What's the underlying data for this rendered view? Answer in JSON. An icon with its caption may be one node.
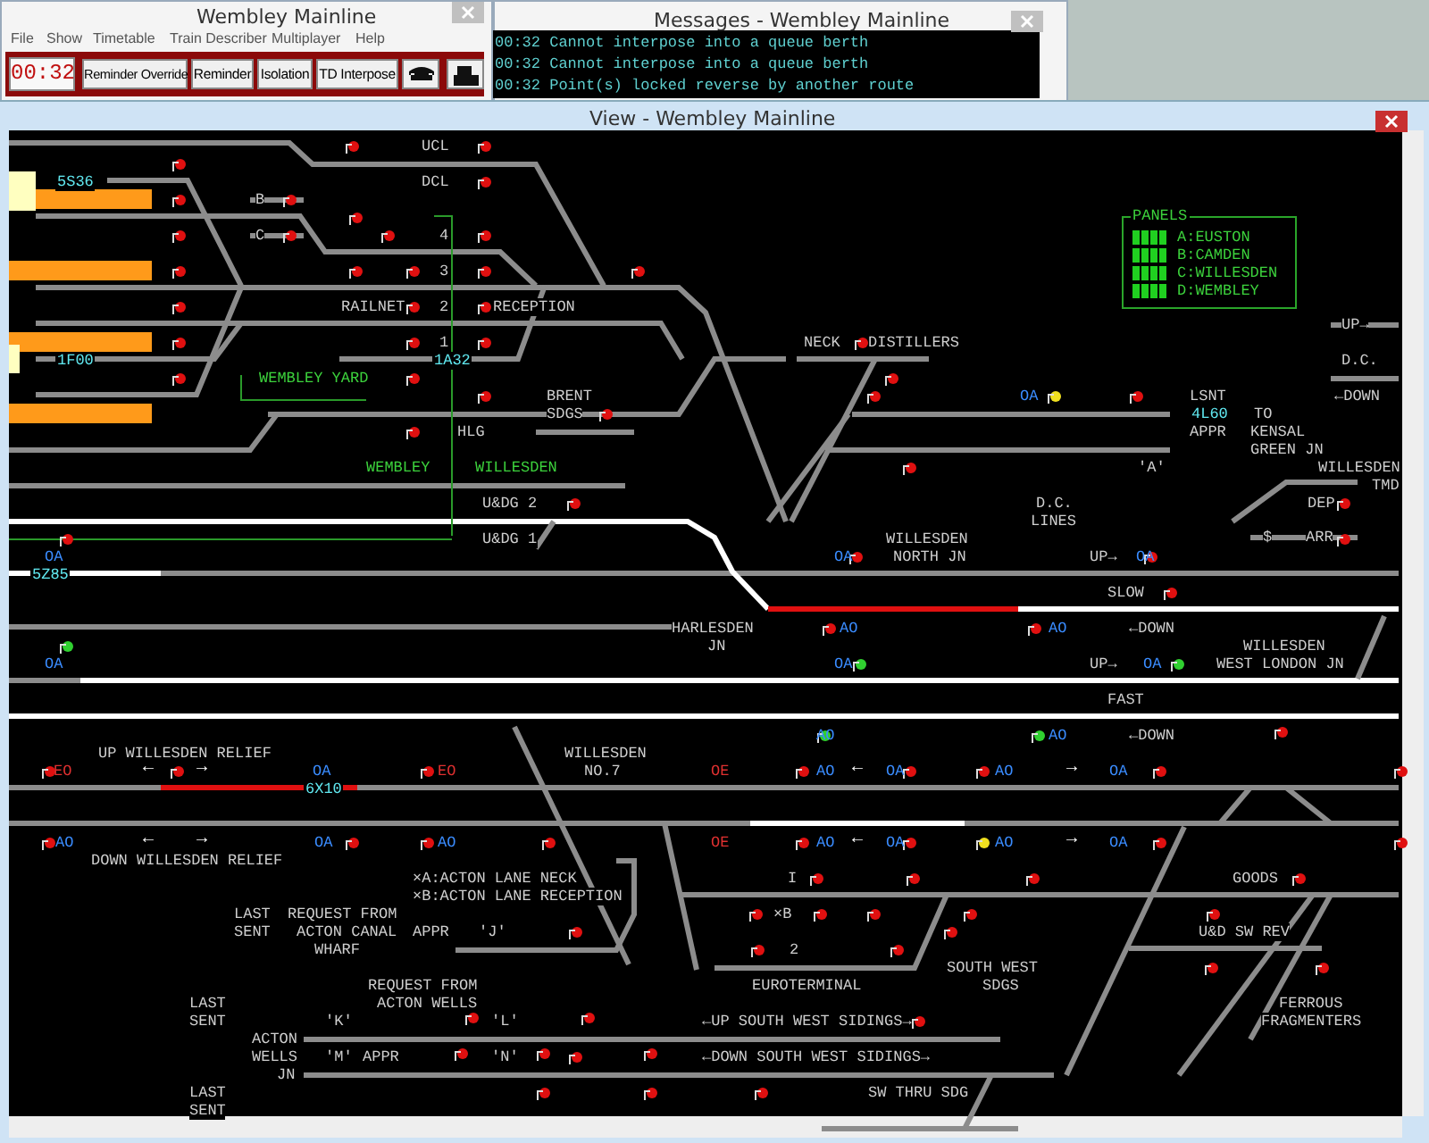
{
  "diagram": {
    "nodes": [
      {
        "text": [
          "PANELS",
          "A:EUSTON",
          "B:CAMDEN",
          "C:WILLESDEN",
          "D:WEMBLEY"
        ]
      }
    ],
    "labels": [
      "Wembley Mainline",
      "File",
      "Show",
      "Timetable",
      "Train Describer",
      "Multiplayer",
      "Help",
      "00:32",
      "Reminder Override",
      "Reminder",
      "Isolation",
      "TD Interpose",
      "Messages - Wembley Mainline",
      "00:32 Cannot interpose into a queue berth",
      "00:32 Cannot interpose into a queue berth",
      "00:32 Point(s) locked reverse by another route",
      "View - Wembley Mainline",
      "UCL",
      "DCL",
      "B",
      "C",
      "4",
      "3",
      "RAILNET",
      "2",
      "RECEPTION",
      "1",
      "WEMBLEY YARD",
      "BRENT",
      "SDGS",
      "HLG",
      "WEMBLEY",
      "WILLESDEN",
      "U&DG 2",
      "U&DG 1",
      "5S36",
      "1F00",
      "1A32",
      "NECK",
      "DISTILLERS",
      "LSNT",
      "4L60",
      "TO",
      "APPR",
      "KENSAL",
      "GREEN JN",
      "'A'",
      "D.C.",
      "LINES",
      "UP→",
      "D.C.",
      "←DOWN",
      "WILLESDEN",
      "TMD",
      "DEP",
      "$",
      "ARR",
      "5Z85",
      "HARLESDEN",
      "JN",
      "WILLESDEN",
      "NORTH JN",
      "UP→",
      "SLOW",
      "←DOWN",
      "WILLESDEN",
      "UP→",
      "WEST LONDON JN",
      "FAST",
      "←DOWN",
      "UP WILLESDEN RELIEF",
      "WILLESDEN",
      "NO.7",
      "6X10",
      "DOWN WILLESDEN RELIEF",
      "×A:ACTON LANE NECK",
      "×B:ACTON LANE RECEPTION",
      "LAST",
      "SENT",
      "REQUEST FROM",
      "ACTON CANAL",
      "WHARF",
      "APPR",
      "'J'",
      "REQUEST FROM",
      "LAST",
      "ACTON WELLS",
      "SENT",
      "'K'",
      "'L'",
      "ACTON",
      "WELLS",
      "JN",
      "'M'",
      "APPR",
      "'N'",
      "LAST",
      "SENT",
      "I",
      "GOODS",
      "×B",
      "U&D SW REV",
      "2",
      "EUROTERMINAL",
      "SOUTH WEST",
      "SDGS",
      "FERROUS",
      "←UP SOUTH WEST SIDINGS→",
      "FRAGMENTERS",
      "←DOWN SOUTH WEST SIDINGS→",
      "SW THRU SDG",
      "OA",
      "OA",
      "EO",
      "OA",
      "EO",
      "AO",
      "OA",
      "AO",
      "OA",
      "OA",
      "AO",
      "AO",
      "OA",
      "OA",
      "AO",
      "AO",
      "AO",
      "OA",
      "AO",
      "OA",
      "AO",
      "OA",
      "AO",
      "OA",
      "OE",
      "OE",
      "OA",
      "←",
      "→",
      "←",
      "→",
      "←",
      "→",
      "←",
      "→"
    ]
  }
}
